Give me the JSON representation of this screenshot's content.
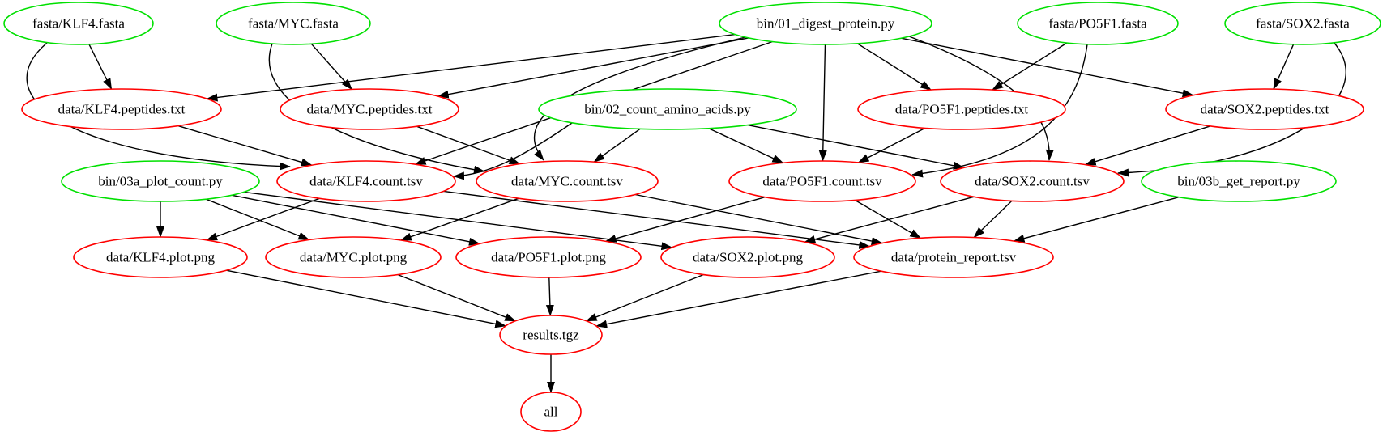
{
  "colors": {
    "source_node_stroke": "#00e000",
    "generated_node_stroke": "#ff0000",
    "edge": "#000000",
    "text": "#000000",
    "background": "#ffffff"
  },
  "graph": {
    "nodes": [
      {
        "id": "klf4_fasta",
        "label": "fasta/KLF4.fasta",
        "kind": "source"
      },
      {
        "id": "myc_fasta",
        "label": "fasta/MYC.fasta",
        "kind": "source"
      },
      {
        "id": "bin01",
        "label": "bin/01_digest_protein.py",
        "kind": "source"
      },
      {
        "id": "po5f1_fasta",
        "label": "fasta/PO5F1.fasta",
        "kind": "source"
      },
      {
        "id": "sox2_fasta",
        "label": "fasta/SOX2.fasta",
        "kind": "source"
      },
      {
        "id": "klf4_peptides",
        "label": "data/KLF4.peptides.txt",
        "kind": "generated"
      },
      {
        "id": "myc_peptides",
        "label": "data/MYC.peptides.txt",
        "kind": "generated"
      },
      {
        "id": "bin02",
        "label": "bin/02_count_amino_acids.py",
        "kind": "source"
      },
      {
        "id": "po5f1_peptides",
        "label": "data/PO5F1.peptides.txt",
        "kind": "generated"
      },
      {
        "id": "sox2_peptides",
        "label": "data/SOX2.peptides.txt",
        "kind": "generated"
      },
      {
        "id": "bin03a",
        "label": "bin/03a_plot_count.py",
        "kind": "source"
      },
      {
        "id": "klf4_count",
        "label": "data/KLF4.count.tsv",
        "kind": "generated"
      },
      {
        "id": "myc_count",
        "label": "data/MYC.count.tsv",
        "kind": "generated"
      },
      {
        "id": "po5f1_count",
        "label": "data/PO5F1.count.tsv",
        "kind": "generated"
      },
      {
        "id": "sox2_count",
        "label": "data/SOX2.count.tsv",
        "kind": "generated"
      },
      {
        "id": "bin03b",
        "label": "bin/03b_get_report.py",
        "kind": "source"
      },
      {
        "id": "klf4_plot",
        "label": "data/KLF4.plot.png",
        "kind": "generated"
      },
      {
        "id": "myc_plot",
        "label": "data/MYC.plot.png",
        "kind": "generated"
      },
      {
        "id": "po5f1_plot",
        "label": "data/PO5F1.plot.png",
        "kind": "generated"
      },
      {
        "id": "sox2_plot",
        "label": "data/SOX2.plot.png",
        "kind": "generated"
      },
      {
        "id": "report",
        "label": "data/protein_report.tsv",
        "kind": "generated"
      },
      {
        "id": "results",
        "label": "results.tgz",
        "kind": "generated"
      },
      {
        "id": "all",
        "label": "all",
        "kind": "generated"
      }
    ],
    "edges": [
      {
        "from": "klf4_fasta",
        "to": "klf4_peptides"
      },
      {
        "from": "klf4_fasta",
        "to": "klf4_count"
      },
      {
        "from": "myc_fasta",
        "to": "myc_peptides"
      },
      {
        "from": "myc_fasta",
        "to": "myc_count"
      },
      {
        "from": "po5f1_fasta",
        "to": "po5f1_peptides"
      },
      {
        "from": "po5f1_fasta",
        "to": "po5f1_count"
      },
      {
        "from": "sox2_fasta",
        "to": "sox2_peptides"
      },
      {
        "from": "sox2_fasta",
        "to": "sox2_count"
      },
      {
        "from": "bin01",
        "to": "klf4_peptides"
      },
      {
        "from": "bin01",
        "to": "myc_peptides"
      },
      {
        "from": "bin01",
        "to": "po5f1_peptides"
      },
      {
        "from": "bin01",
        "to": "sox2_peptides"
      },
      {
        "from": "bin01",
        "to": "klf4_count"
      },
      {
        "from": "bin01",
        "to": "myc_count"
      },
      {
        "from": "bin01",
        "to": "po5f1_count"
      },
      {
        "from": "bin01",
        "to": "sox2_count"
      },
      {
        "from": "klf4_peptides",
        "to": "klf4_count"
      },
      {
        "from": "myc_peptides",
        "to": "myc_count"
      },
      {
        "from": "po5f1_peptides",
        "to": "po5f1_count"
      },
      {
        "from": "sox2_peptides",
        "to": "sox2_count"
      },
      {
        "from": "bin02",
        "to": "klf4_count"
      },
      {
        "from": "bin02",
        "to": "myc_count"
      },
      {
        "from": "bin02",
        "to": "po5f1_count"
      },
      {
        "from": "bin02",
        "to": "sox2_count"
      },
      {
        "from": "bin03a",
        "to": "klf4_plot"
      },
      {
        "from": "bin03a",
        "to": "myc_plot"
      },
      {
        "from": "bin03a",
        "to": "po5f1_plot"
      },
      {
        "from": "bin03a",
        "to": "sox2_plot"
      },
      {
        "from": "klf4_count",
        "to": "klf4_plot"
      },
      {
        "from": "myc_count",
        "to": "myc_plot"
      },
      {
        "from": "po5f1_count",
        "to": "po5f1_plot"
      },
      {
        "from": "sox2_count",
        "to": "sox2_plot"
      },
      {
        "from": "klf4_count",
        "to": "report"
      },
      {
        "from": "myc_count",
        "to": "report"
      },
      {
        "from": "po5f1_count",
        "to": "report"
      },
      {
        "from": "sox2_count",
        "to": "report"
      },
      {
        "from": "bin03b",
        "to": "report"
      },
      {
        "from": "klf4_plot",
        "to": "results"
      },
      {
        "from": "myc_plot",
        "to": "results"
      },
      {
        "from": "po5f1_plot",
        "to": "results"
      },
      {
        "from": "sox2_plot",
        "to": "results"
      },
      {
        "from": "report",
        "to": "results"
      },
      {
        "from": "results",
        "to": "all"
      }
    ]
  }
}
